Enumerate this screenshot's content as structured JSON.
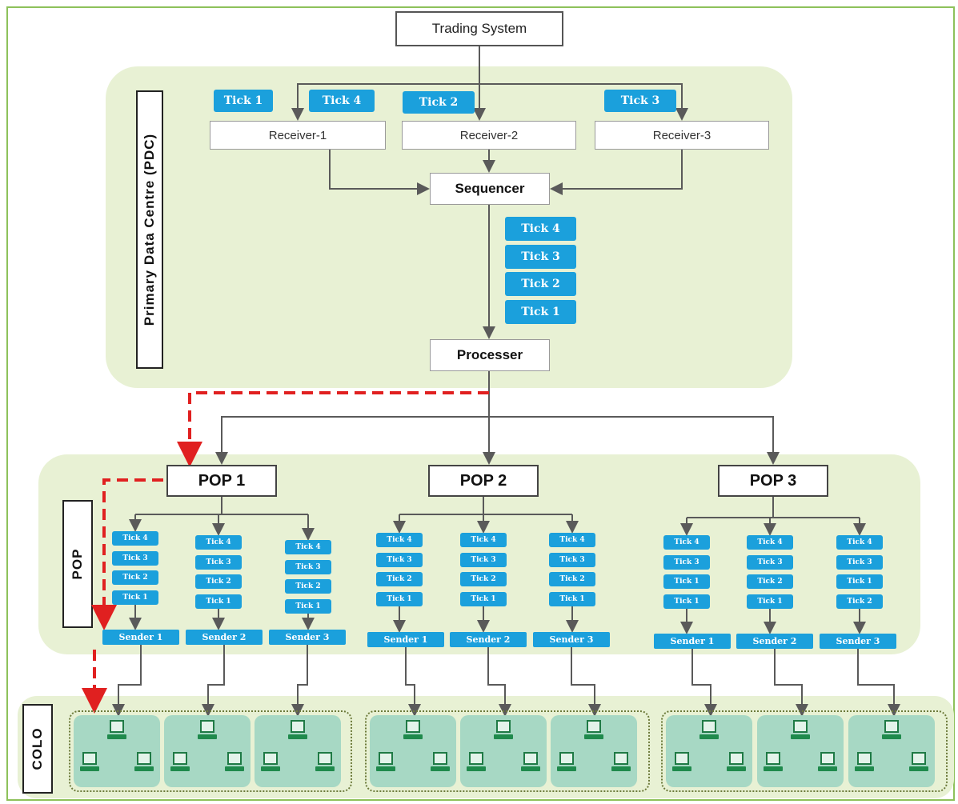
{
  "trading_system": "Trading System",
  "pdc": {
    "label": "Primary Data Centre (PDC)",
    "top_ticks": [
      "Tick 1",
      "Tick 4",
      "Tick 2",
      "Tick 3"
    ],
    "receivers": [
      "Receiver-1",
      "Receiver-2",
      "Receiver-3"
    ],
    "sequencer": "Sequencer",
    "queue_ticks": [
      "Tick 4",
      "Tick 3",
      "Tick 2",
      "Tick 1"
    ],
    "processor": "Processer"
  },
  "pop_section": {
    "label": "POP",
    "pops": [
      {
        "title": "POP 1",
        "columns": [
          [
            "Tick 4",
            "Tick 3",
            "Tick 2",
            "Tick 1"
          ],
          [
            "Tick 4",
            "Tick 3",
            "Tick 2",
            "Tick 1"
          ],
          [
            "Tick 4",
            "Tick 3",
            "Tick 2",
            "Tick 1"
          ]
        ],
        "senders": [
          "Sender 1",
          "Sender 2",
          "Sender 3"
        ]
      },
      {
        "title": "POP 2",
        "columns": [
          [
            "Tick 4",
            "Tick 3",
            "Tick 2",
            "Tick 1"
          ],
          [
            "Tick 4",
            "Tick 3",
            "Tick 2",
            "Tick 1"
          ],
          [
            "Tick 4",
            "Tick 3",
            "Tick 2",
            "Tick 1"
          ]
        ],
        "senders": [
          "Sender 1",
          "Sender 2",
          "Sender 3"
        ]
      },
      {
        "title": "POP 3",
        "columns": [
          [
            "Tick 4",
            "Tick 3",
            "Tick 1",
            "Tick 1"
          ],
          [
            "Tick 4",
            "Tick 3",
            "Tick 2",
            "Tick 1"
          ],
          [
            "Tick 4",
            "Tick 3",
            "Tick 1",
            "Tick 2"
          ]
        ],
        "senders": [
          "Sender 1",
          "Sender 2",
          "Sender 3"
        ]
      }
    ]
  },
  "colo": {
    "label": "COLO"
  },
  "colors": {
    "tick_blue": "#1ba0dc",
    "panel_green": "#e8f1d4",
    "frame_green": "#8dc15a",
    "colo_cell": "#a7d8c4",
    "connector_grey": "#666666",
    "dashed_red": "#e02020"
  },
  "icons": {
    "colo_machine": "computer-terminal-icon"
  }
}
